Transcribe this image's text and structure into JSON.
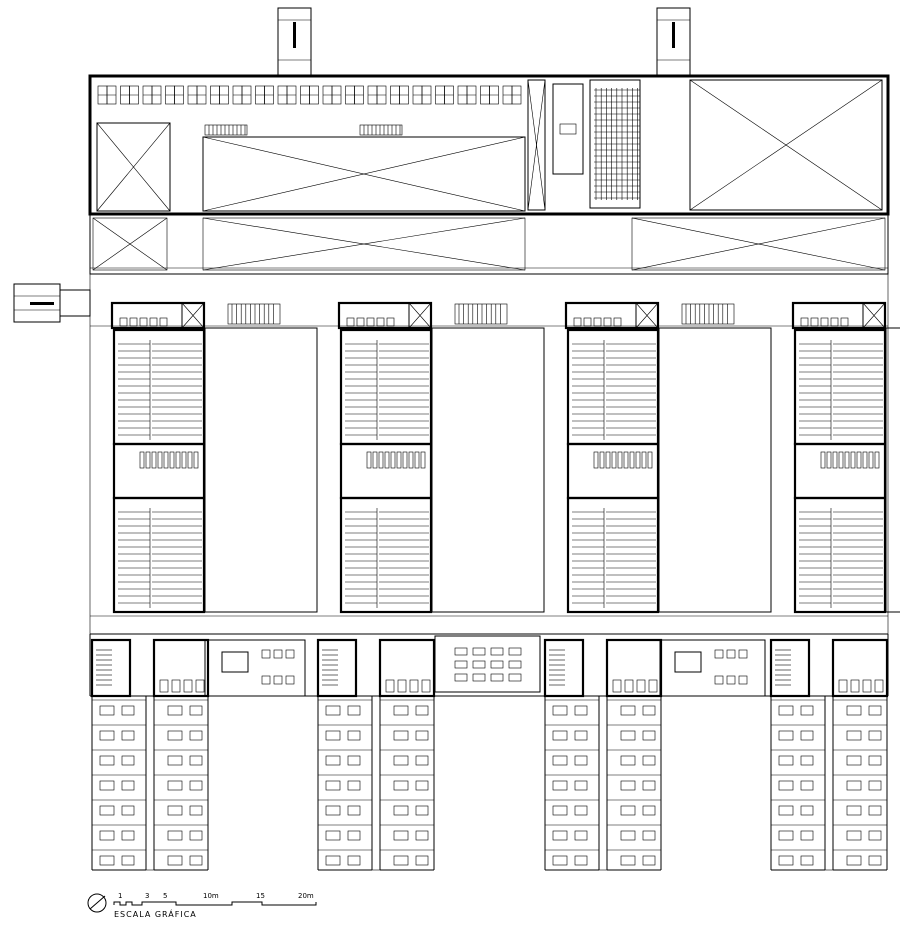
{
  "scale_bar": {
    "ticks": [
      "1",
      "3",
      "5",
      "10m",
      "15",
      "20m"
    ],
    "label": "ESCALA GRÁFICA"
  }
}
